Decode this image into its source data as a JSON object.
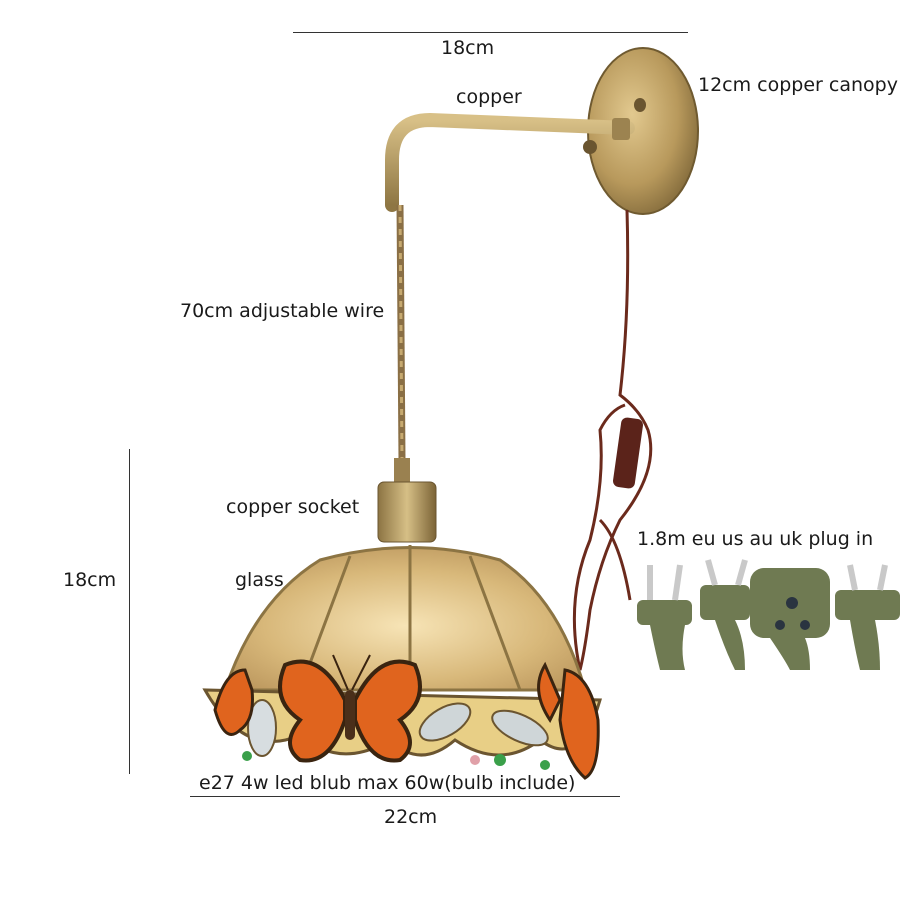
{
  "dimensions": {
    "top_width": "18cm",
    "shade_height": "18cm",
    "shade_width": "22cm"
  },
  "labels": {
    "arm": "copper",
    "canopy": "12cm copper canopy",
    "wire": "70cm adjustable wire",
    "socket": "copper socket",
    "shade": "glass",
    "plug": "1.8m eu us au uk plug in",
    "bulb": "e27 4w led blub max 60w(bulb include)"
  },
  "colors": {
    "brass": "#b89a5e",
    "glass_amber": "#d9b97a",
    "butterfly_orange": "#e0641e",
    "cord_brown": "#6b2a1c",
    "plug_olive": "#6f7a52"
  }
}
